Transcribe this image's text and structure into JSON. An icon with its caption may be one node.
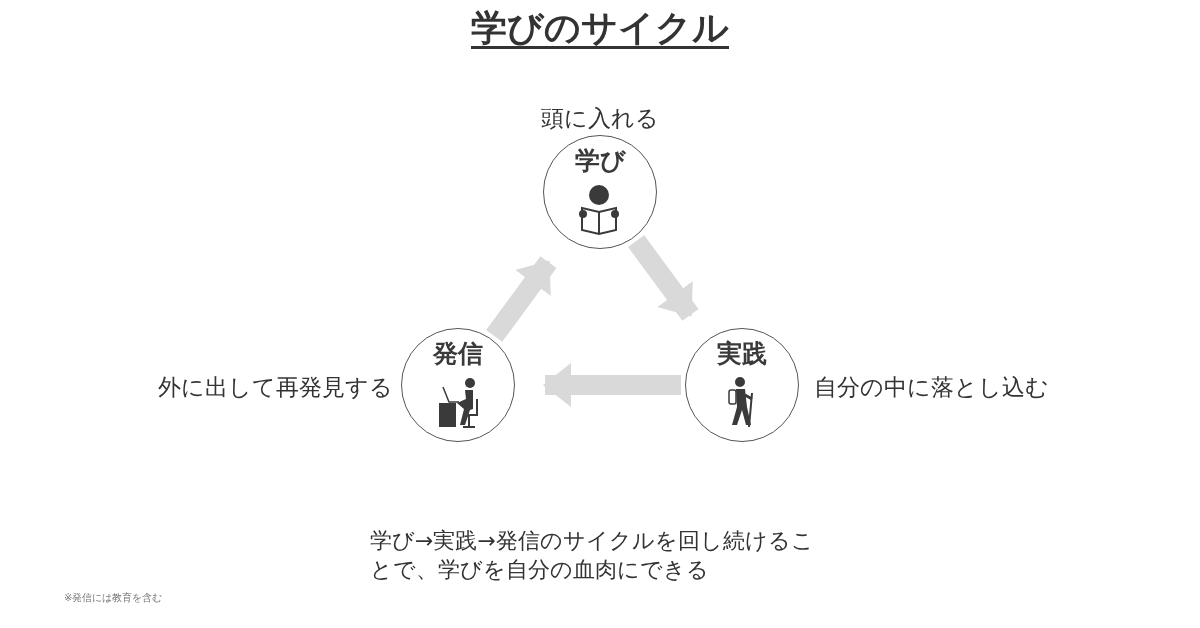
{
  "diagram": {
    "title": "学びのサイクル",
    "nodes": [
      {
        "text": [
          "学び"
        ],
        "beside": [
          "頭に入れる"
        ]
      },
      {
        "text": [
          "実践"
        ],
        "beside": [
          "自分の中に落とし込む"
        ]
      },
      {
        "text": [
          "発信"
        ],
        "beside": [
          "外に出して再発見する"
        ]
      }
    ],
    "edges": [
      {
        "from": 0,
        "to": 1,
        "arrow": "to"
      },
      {
        "from": 1,
        "to": 2,
        "arrow": "to"
      },
      {
        "from": 2,
        "to": 0,
        "arrow": "to"
      }
    ],
    "labels": [
      "学び→実践→発信のサイクルを回し続けることで、学びを自分の血肉にできる",
      "※発信には教育を含む"
    ]
  }
}
